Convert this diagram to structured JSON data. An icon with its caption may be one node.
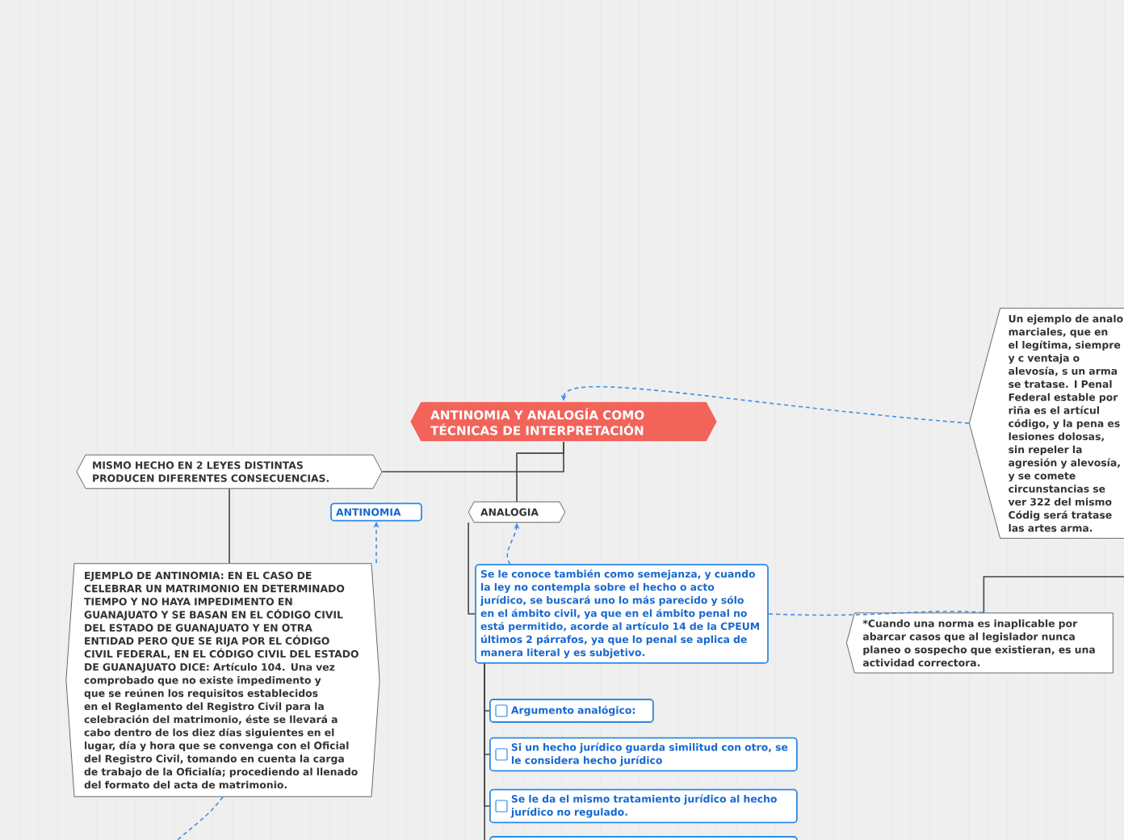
{
  "diagram": {
    "nodes": [
      {
        "text": [
          "ANTINOMIA Y ANALOGÍA COMO TÉCNICAS DE INTERPRETACIÓN"
        ]
      },
      {
        "text": [
          "MISMO HECHO EN 2 LEYES DISTINTAS PRODUCEN DIFERENTES CONSECUENCIAS."
        ]
      },
      {
        "text": [
          "ANTINOMIA"
        ]
      },
      {
        "text": [
          "ANALOGIA"
        ]
      },
      {
        "text": [
          "EJEMPLO DE ANTINOMIA:  EN EL CASO DE CELEBRAR UN MATRIMONIO EN DETERMINADO TIEMPO Y NO HAYA IMPEDIMENTO EN GUANAJUATO Y SE BASAN EN EL CÓDIGO CIVIL DEL ESTADO DE GUANAJUATO Y EN OTRA ENTIDAD PERO QUE SE RIJA POR EL CÓDIGO CIVIL FEDERAL, EN EL CÓDIGO CIVIL DEL ESTADO DE GUANAJUATO DICE: Artículo 104. Una vez comprobado que no existe impedimento y que se reúnen los requisitos establecidos en el Reglamento del Registro Civil para la celebración del matrimonio, éste se llevará a cabo dentro de los diez días siguientes en el lugar, día y hora que se convenga con el Oficial del Registro Civil, tomando en cuenta la carga de trabajo de la Oficialía; procediendo al llenado del formato del acta de matrimonio."
        ]
      },
      {
        "text": [
          "Un ejemplo de analo marciales, que en el legítima, siempre y c ventaja o alevosía, s un arma se tratase. I Penal Federal estable por riña es el artícul código, y la pena es lesiones dolosas, sin repeler la agresión y alevosía, y se comete circunstancias se ver 322 del mismo Códig será tratase las artes arma."
        ]
      },
      {
        "text": [
          "Se le conoce también como semejanza, y cuando la ley no contempla sobre el hecho o acto jurídico, se buscará uno lo más parecido y sólo en el ámbito civil, ya que en el ámbito penal no está permitido, acorde al artículo 14 de la CPEUM últimos 2 párrafos, ya que lo penal se aplica de manera literal y es subjetivo."
        ]
      },
      {
        "text": [
          "*Cuando una norma es inaplicable por abarcar casos que al legislador nunca planeo o sospecho que existieran, es una actividad correctora."
        ]
      },
      {
        "text": [
          "Argumento analógico:"
        ]
      },
      {
        "text": [
          "Si un hecho jurídico guarda similitud con otro, se le considera hecho jurídico"
        ]
      },
      {
        "text": [
          "Se le da el mismo tratamiento jurídico al hecho jurídico no regulado."
        ]
      },
      {
        "text": [],
        "shape": "box"
      }
    ],
    "edges": [
      {
        "from": 0,
        "to": 1,
        "arrow": "none"
      },
      {
        "from": 0,
        "to": 3,
        "arrow": "none"
      },
      {
        "from": 1,
        "to": 4,
        "arrow": "none"
      },
      {
        "from": 4,
        "to": 2,
        "arrow": "to",
        "style": "dashed",
        "color": "#3d8ee8"
      },
      {
        "from": 4,
        "to": null,
        "arrow": "none",
        "style": "dashed",
        "color": "#3d8ee8"
      },
      {
        "from": 5,
        "to": 0,
        "arrow": "to",
        "style": "dashed",
        "color": "#3d8ee8"
      },
      {
        "from": 6,
        "to": 3,
        "arrow": "to",
        "style": "dashed",
        "color": "#3d8ee8"
      },
      {
        "from": 6,
        "to": 7,
        "arrow": "none",
        "style": "dashed",
        "color": "#3d8ee8"
      },
      {
        "from": 3,
        "to": 6,
        "arrow": "none"
      },
      {
        "from": 6,
        "to": 8,
        "arrow": "none"
      },
      {
        "from": 6,
        "to": 9,
        "arrow": "none"
      },
      {
        "from": 6,
        "to": 10,
        "arrow": "none"
      },
      {
        "from": 6,
        "to": 11,
        "arrow": "none"
      },
      {
        "from": null,
        "to": 7,
        "arrow": "none"
      }
    ]
  }
}
